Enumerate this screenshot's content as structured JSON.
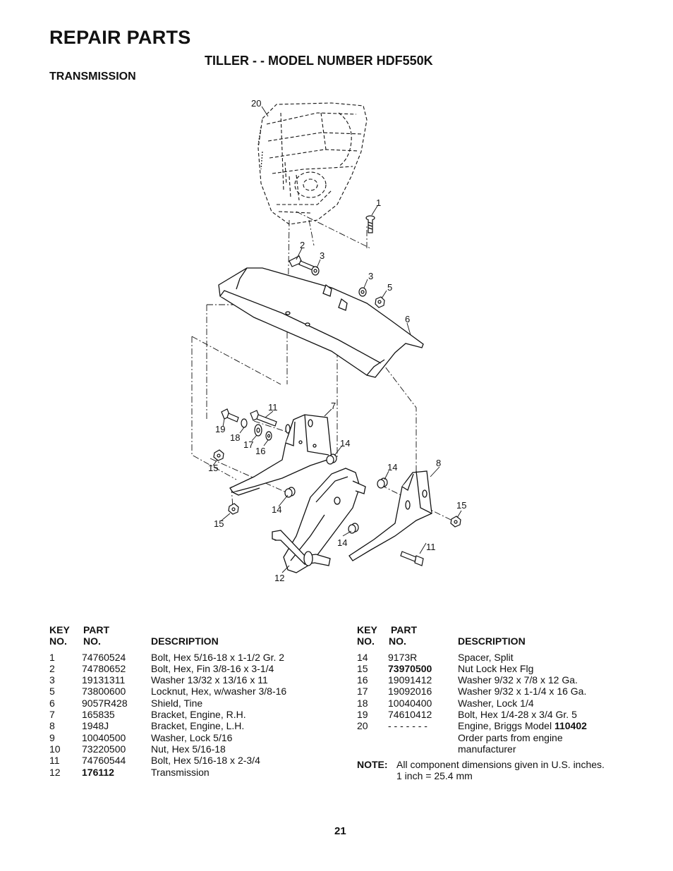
{
  "header": {
    "title": "REPAIR PARTS",
    "subtitle": "TILLER - - MODEL NUMBER HDF550K",
    "section": "TRANSMISSION"
  },
  "diagram_callouts": [
    "20",
    "1",
    "2",
    "3",
    "3",
    "5",
    "6",
    "11",
    "7",
    "19",
    "18",
    "17",
    "16",
    "14",
    "14",
    "8",
    "15",
    "15",
    "14",
    "15",
    "14",
    "11",
    "12"
  ],
  "table_headers": {
    "key": "KEY",
    "part": "PART",
    "no": "NO.",
    "no2": "NO.",
    "description": "DESCRIPTION"
  },
  "parts_left": [
    {
      "key": "1",
      "part": "74760524",
      "desc": "Bolt, Hex  5/16-18 x 1-1/2 Gr. 2"
    },
    {
      "key": "2",
      "part": "74780652",
      "desc": "Bolt, Hex, Fin   3/8-16 x 3-1/4"
    },
    {
      "key": "3",
      "part": "19131311",
      "desc": "Washer  13/32 x 13/16 x 11"
    },
    {
      "key": "5",
      "part": "73800600",
      "desc": "Locknut, Hex, w/washer  3/8-16"
    },
    {
      "key": "6",
      "part": "9057R428",
      "desc": "Shield, Tine"
    },
    {
      "key": "7",
      "part": "165835",
      "desc": "Bracket, Engine, R.H."
    },
    {
      "key": "8",
      "part": "1948J",
      "desc": "Bracket, Engine, L.H."
    },
    {
      "key": "9",
      "part": "10040500",
      "desc": "Washer, Lock  5/16"
    },
    {
      "key": "10",
      "part": "73220500",
      "desc": "Nut, Hex  5/16-18"
    },
    {
      "key": "11",
      "part": "74760544",
      "desc": "Bolt, Hex  5/16-18 x 2-3/4"
    },
    {
      "key": "12",
      "part": "176112",
      "desc": "Transmission"
    }
  ],
  "parts_right": [
    {
      "key": "14",
      "part": "9173R",
      "desc": "Spacer, Split"
    },
    {
      "key": "15",
      "part": "73970500",
      "desc": "Nut Lock Hex Flg"
    },
    {
      "key": "16",
      "part": "19091412",
      "desc": "Washer  9/32 x 7/8 x 12 Ga."
    },
    {
      "key": "17",
      "part": "19092016",
      "desc": "Washer  9/32 x 1-1/4 x 16 Ga."
    },
    {
      "key": "18",
      "part": "10040400",
      "desc": "Washer, Lock  1/4"
    },
    {
      "key": "19",
      "part": "74610412",
      "desc": "Bolt, Hex  1/4-28 x 3/4 Gr. 5"
    },
    {
      "key": "20",
      "part": "- - - - - - -",
      "desc": "Engine, Briggs Model ",
      "desc_bold": "110402"
    },
    {
      "key": "",
      "part": "",
      "desc": "Order parts from engine"
    },
    {
      "key": "",
      "part": "",
      "desc": "manufacturer"
    }
  ],
  "note": {
    "label": "NOTE:",
    "line1": "All component dimensions given in U.S. inches.",
    "line2": "1 inch = 25.4 mm"
  },
  "page_number": "21"
}
